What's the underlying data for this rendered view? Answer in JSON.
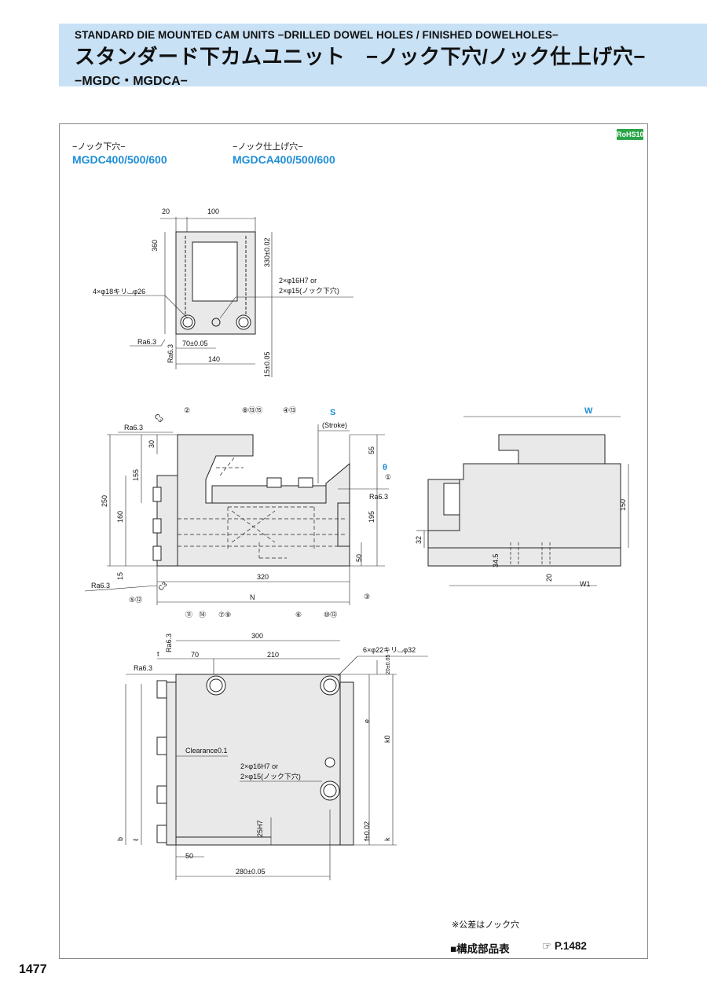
{
  "header": {
    "english_title": "STANDARD DIE MOUNTED CAM UNITS −DRILLED DOWEL HOLES / FINISHED DOWELHOLES−",
    "japanese_title": "スタンダード下カムユニット　−ノック下穴/ノック仕上げ穴−",
    "codes": "−MGDC・MGDCA−"
  },
  "badge": "RoHS10",
  "variants": [
    {
      "label": "−ノック下穴−",
      "model": "MGDC400/500/600"
    },
    {
      "label": "−ノック仕上げ穴−",
      "model": "MGDCA400/500/600"
    }
  ],
  "top_view": {
    "dim_20": "20",
    "dim_100": "100",
    "dim_360": "360",
    "dim_330": "330±0.02",
    "hole_callout": "4×φ18キリ⌴φ26",
    "dowel_1": "2×φ16H7 or",
    "dowel_2": "2×φ15(ノック下穴)",
    "ra_left": "Ra6.3",
    "ra_vert": "Ra6.3",
    "dim_70": "70±0.05",
    "dim_140": "140",
    "dim_15": "15±0.05"
  },
  "side_view": {
    "balloons": [
      "②",
      "⑧⑬⑮",
      "④⑬",
      "①",
      "③",
      "⑤⑫",
      "⑪",
      "⑭",
      "⑦⑨",
      "⑥",
      "⑩⑬"
    ],
    "c3_top": "C3",
    "c3_bottom": "C3",
    "ra_top": "Ra6.3",
    "ra_right": "Ra6.3",
    "ra_bottom": "Ra6.3",
    "s_label": "S",
    "stroke": "(Stroke)",
    "theta": "θ",
    "dim_30": "30",
    "dim_155": "155",
    "dim_250": "250",
    "dim_160": "160",
    "dim_15": "15",
    "dim_55": "55",
    "dim_195": "195",
    "dim_50": "50",
    "dim_320": "320",
    "dim_n": "N"
  },
  "end_view": {
    "w_label": "W",
    "dim_150": "150",
    "dim_32": "32",
    "dim_34_5": "34.5",
    "dim_20": "20",
    "w1": "W1"
  },
  "plan_view": {
    "ra_vert": "Ra6.3",
    "ra_left": "Ra6.3",
    "t": "t",
    "dim_300": "300",
    "dim_70": "70",
    "dim_210": "210",
    "hole_callout": "6×φ22キリ⌴φ32",
    "dim_20": "20±0.05",
    "clearance": "Clearance0.1",
    "dowel_1": "2×φ16H7 or",
    "dowel_2": "2×φ15(ノック下穴)",
    "e": "e",
    "k0": "k0",
    "f": "f±0.02",
    "k": "k",
    "b": "b",
    "l": "ℓ",
    "dim_25h7": "25H7",
    "dim_50": "50",
    "dim_280": "280±0.05"
  },
  "footer": {
    "note": "※公差はノック穴",
    "parts_table": "■構成部品表",
    "ref": "P.1482",
    "page_number": "1477"
  }
}
